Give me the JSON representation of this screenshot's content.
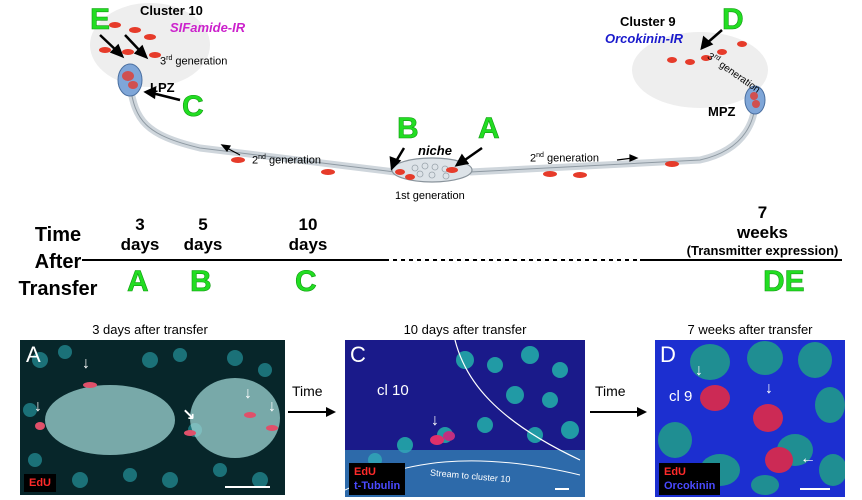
{
  "schematic": {
    "cluster10_title": "Cluster 10",
    "cluster10_ir": "SIFamide-IR",
    "cluster9_title": "Cluster 9",
    "cluster9_ir": "Orcokinin-IR",
    "lpz": "LPZ",
    "mpz": "MPZ",
    "niche": "niche",
    "first_generation": "1st generation",
    "second_generation": "generation",
    "second_sup": "nd",
    "second_num": "2",
    "third_generation": "generation",
    "third_sup": "rd",
    "third_num": "3",
    "labels": {
      "a": "A",
      "b": "B",
      "c": "C",
      "d": "D",
      "e": "E"
    }
  },
  "timeline": {
    "title_line1": "Time",
    "title_line2": "After",
    "title_line3": "Transfer",
    "points": [
      {
        "num": "3",
        "unit": "days",
        "letter": "A"
      },
      {
        "num": "5",
        "unit": "days",
        "letter": "B"
      },
      {
        "num": "10",
        "unit": "days",
        "letter": "C"
      },
      {
        "num": "7",
        "unit": "weeks",
        "note": "(Transmitter expression)",
        "letter": "DE"
      }
    ]
  },
  "panels": {
    "a": {
      "caption": "3 days after transfer",
      "letter": "A",
      "legend1": "EdU"
    },
    "c": {
      "caption": "10 days after transfer",
      "letter": "C",
      "region": "cl 10",
      "stream": "Stream to cluster 10",
      "legend1": "EdU",
      "legend2": "t-Tubulin"
    },
    "d": {
      "caption": "7 weeks after transfer",
      "letter": "D",
      "region": "cl 9",
      "legend1": "EdU",
      "legend2": "Orcokinin"
    },
    "arrow_label": "Time"
  },
  "colors": {
    "label_green": "#22dd22",
    "edu_red": "#ff2a2a",
    "tubulin_blue": "#4a4aff",
    "ir_magenta": "#cc22cc",
    "ir_blue": "#1a1acc"
  }
}
